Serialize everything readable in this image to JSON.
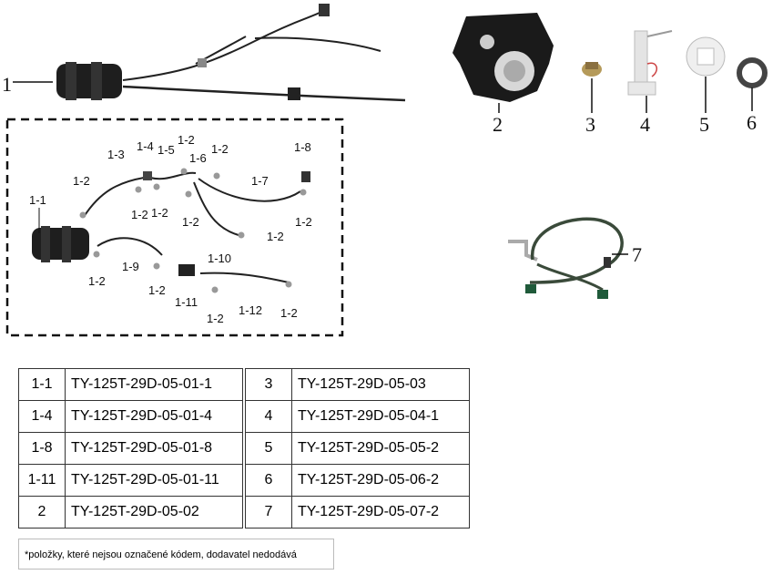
{
  "labels": {
    "l1": "1",
    "l2": "2",
    "l3": "3",
    "l4": "4",
    "l5": "5",
    "l6": "6",
    "l7": "7",
    "s_1_1": "1-1",
    "s_1_2": "1-2",
    "s_1_3": "1-3",
    "s_1_4": "1-4",
    "s_1_5": "1-5",
    "s_1_6": "1-6",
    "s_1_7": "1-7",
    "s_1_8": "1-8",
    "s_1_9": "1-9",
    "s_1_10": "1-10",
    "s_1_11": "1-11",
    "s_1_12": "1-12"
  },
  "parts_table": [
    {
      "left_key": "1-1",
      "left_code": "TY-125T-29D-05-01-1",
      "right_key": "3",
      "right_code": "TY-125T-29D-05-03"
    },
    {
      "left_key": "1-4",
      "left_code": "TY-125T-29D-05-01-4",
      "right_key": "4",
      "right_code": "TY-125T-29D-05-04-1"
    },
    {
      "left_key": "1-8",
      "left_code": "TY-125T-29D-05-01-8",
      "right_key": "5",
      "right_code": "TY-125T-29D-05-05-2"
    },
    {
      "left_key": "1-11",
      "left_code": "TY-125T-29D-05-01-11",
      "right_key": "6",
      "right_code": "TY-125T-29D-05-06-2"
    },
    {
      "left_key": "2",
      "left_code": "TY-125T-29D-05-02",
      "right_key": "7",
      "right_code": "TY-125T-29D-05-07-2"
    }
  ],
  "footnote": "*položky, které nejsou označené kódem, dodavatel nedodává"
}
